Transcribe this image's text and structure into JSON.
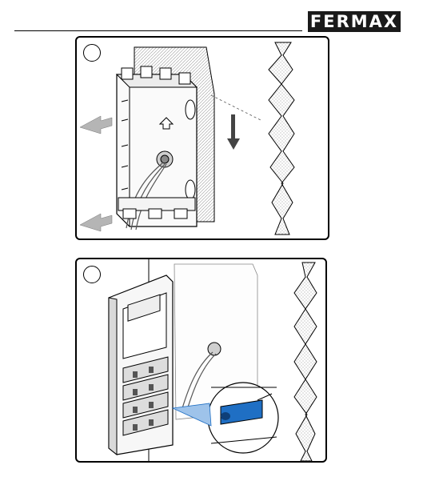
{
  "header": {
    "brand": "FERMAX"
  },
  "steps": [
    {
      "label": "",
      "icon": "circle-step-marker"
    },
    {
      "label": "",
      "icon": "circle-step-marker"
    }
  ],
  "colors": {
    "accent_blue": "#1f6fc4",
    "line": "#000000",
    "hatch": "#888888"
  }
}
